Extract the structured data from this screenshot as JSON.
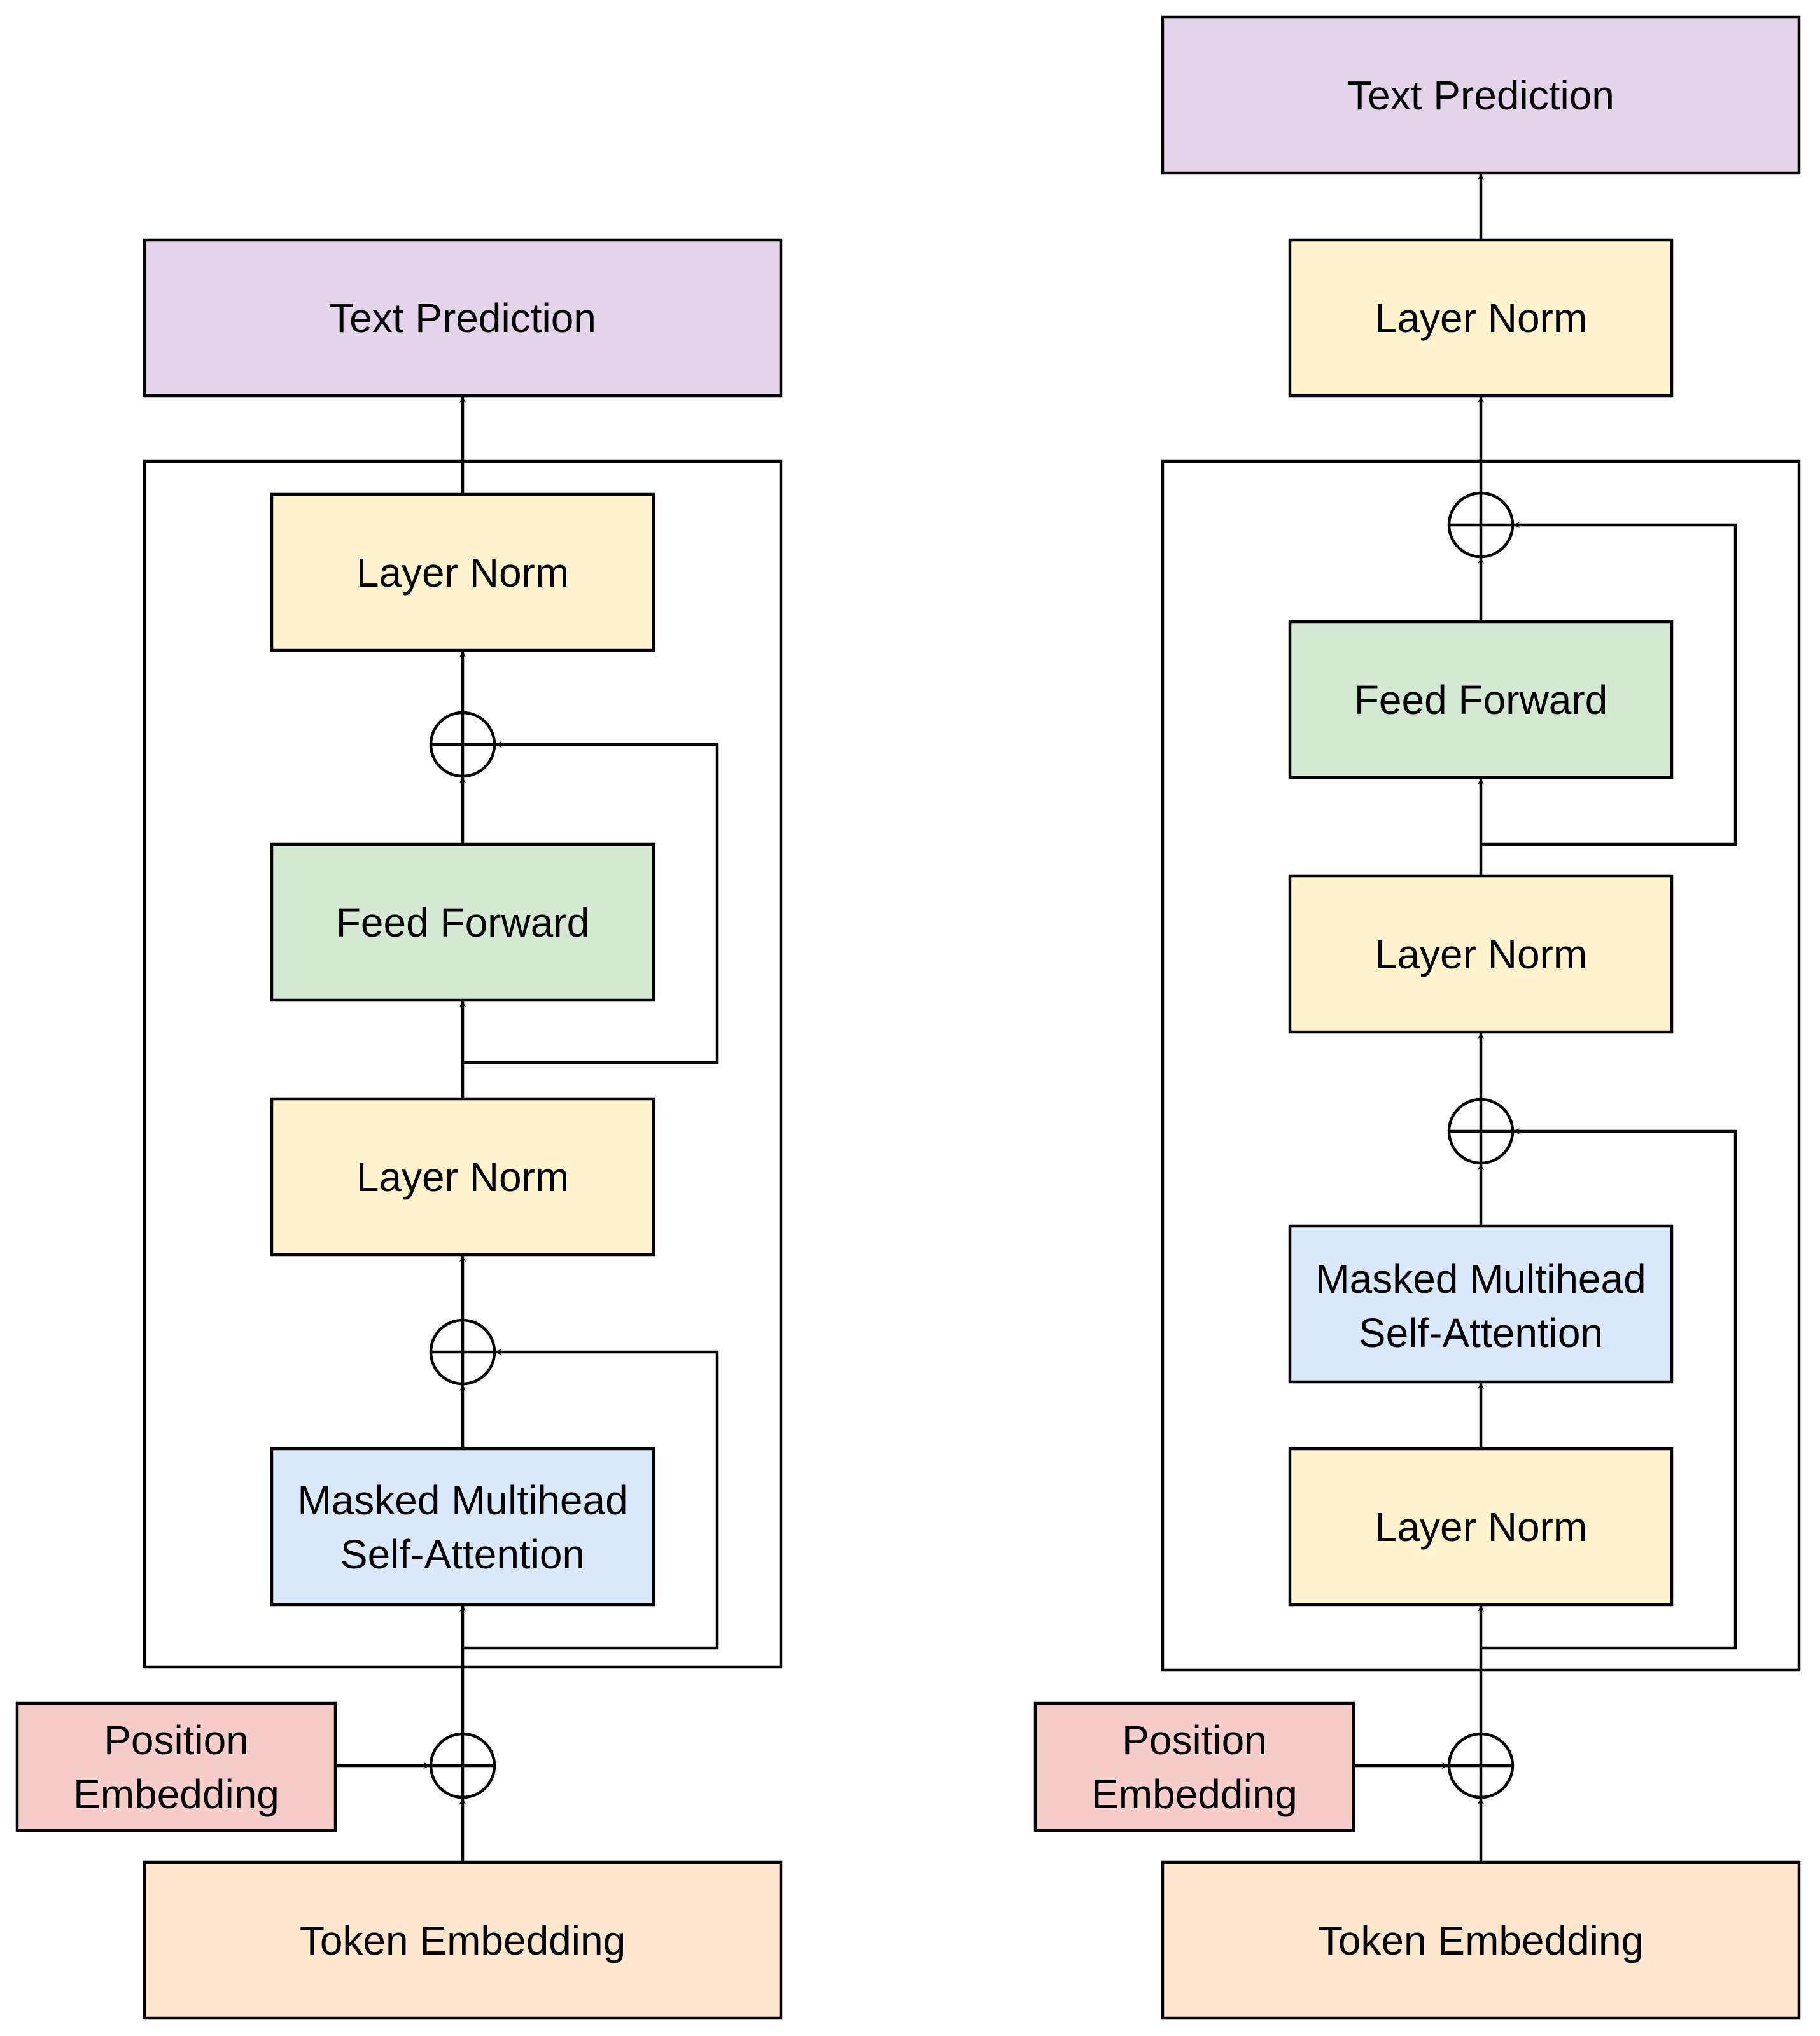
{
  "colors": {
    "text_prediction": "#e1d5e7",
    "layer_norm": "#fff2cc",
    "feed_forward": "#d5e8d4",
    "attention": "#dae8fc",
    "position_embedding": "#f8cecc",
    "token_embedding": "#ffe6cc",
    "stroke": "#000000"
  },
  "left": {
    "text_prediction": "Text Prediction",
    "layer_norm_top": "Layer Norm",
    "feed_forward": "Feed Forward",
    "layer_norm_mid": "Layer Norm",
    "attention_line1": "Masked Multihead",
    "attention_line2": "Self-Attention",
    "position_line1": "Position",
    "position_line2": "Embedding",
    "token_embedding": "Token Embedding"
  },
  "right": {
    "text_prediction": "Text Prediction",
    "layer_norm_final": "Layer Norm",
    "feed_forward": "Feed Forward",
    "layer_norm_mid": "Layer Norm",
    "attention_line1": "Masked Multihead",
    "attention_line2": "Self-Attention",
    "layer_norm_bottom": "Layer Norm",
    "position_line1": "Position",
    "position_line2": "Embedding",
    "token_embedding": "Token Embedding"
  }
}
